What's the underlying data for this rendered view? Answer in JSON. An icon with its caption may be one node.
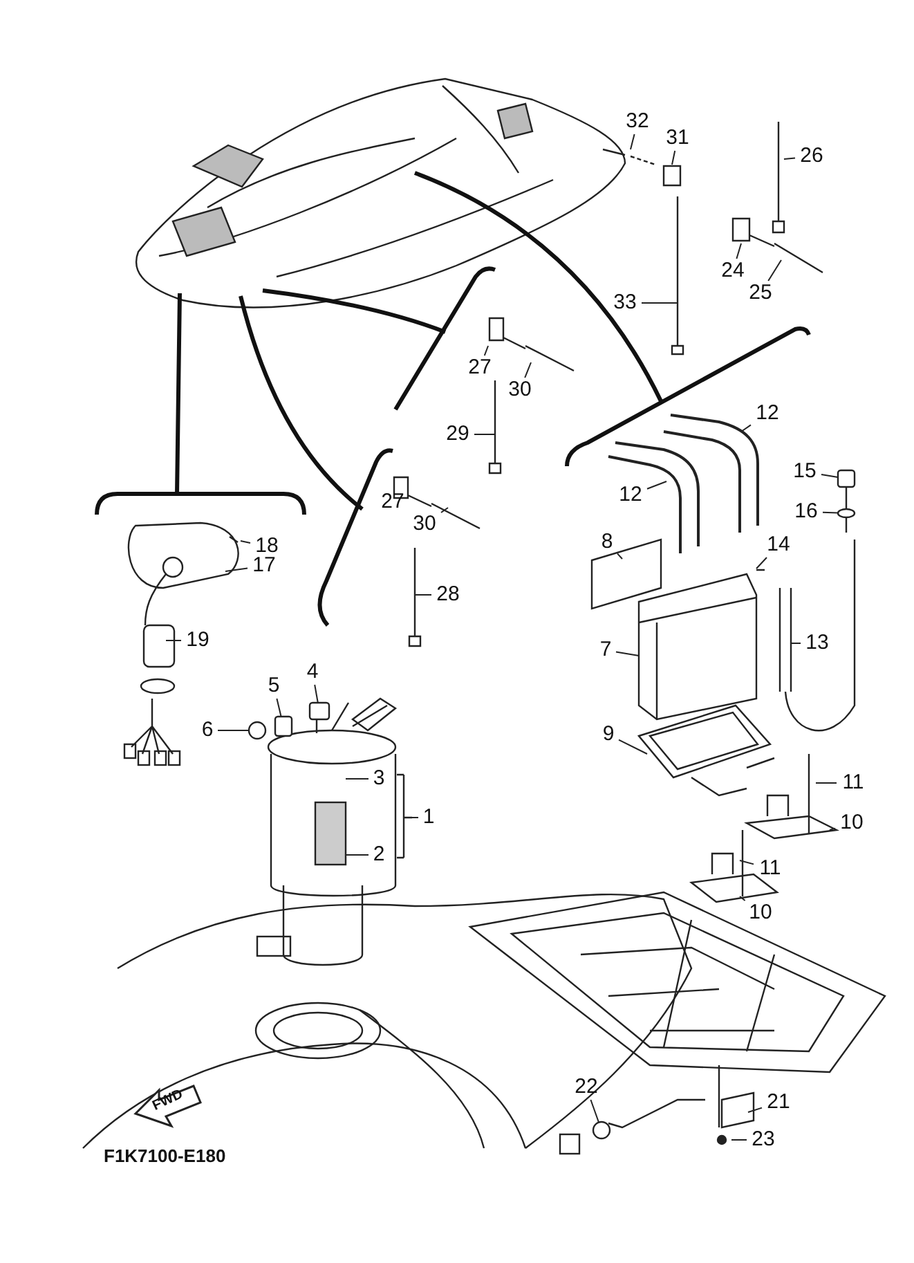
{
  "diagram": {
    "nodes": [
      {
        "text": [
          "32"
        ]
      },
      {
        "text": [
          "31"
        ]
      },
      {
        "text": [
          "26"
        ]
      },
      {
        "text": [
          "24"
        ]
      },
      {
        "text": [
          "25"
        ]
      },
      {
        "text": [
          "33"
        ]
      },
      {
        "text": [
          "27"
        ]
      },
      {
        "text": [
          "30"
        ]
      },
      {
        "text": [
          "12"
        ]
      },
      {
        "text": [
          "29"
        ]
      },
      {
        "text": [
          "15"
        ]
      },
      {
        "text": [
          "12"
        ]
      },
      {
        "text": [
          "27"
        ]
      },
      {
        "text": [
          "16"
        ]
      },
      {
        "text": [
          "30"
        ]
      },
      {
        "text": [
          "8"
        ]
      },
      {
        "text": [
          "18"
        ]
      },
      {
        "text": [
          "14"
        ]
      },
      {
        "text": [
          "17"
        ]
      },
      {
        "text": [
          "28"
        ]
      },
      {
        "text": [
          "19"
        ]
      },
      {
        "text": [
          "13"
        ]
      },
      {
        "text": [
          "7"
        ]
      },
      {
        "text": [
          "4"
        ]
      },
      {
        "text": [
          "5"
        ]
      },
      {
        "text": [
          "6"
        ]
      },
      {
        "text": [
          "9"
        ]
      },
      {
        "text": [
          "3"
        ]
      },
      {
        "text": [
          "11"
        ]
      },
      {
        "text": [
          "1"
        ]
      },
      {
        "text": [
          "10"
        ]
      },
      {
        "text": [
          "2"
        ]
      },
      {
        "text": [
          "11"
        ]
      },
      {
        "text": [
          "10"
        ]
      },
      {
        "text": [
          "22"
        ]
      },
      {
        "text": [
          "21"
        ]
      },
      {
        "text": [
          "23"
        ]
      },
      {
        "text": [],
        "shape": "box"
      },
      {
        "text": [],
        "shape": "circle"
      },
      {
        "text": [],
        "shape": "box"
      },
      {
        "text": [],
        "shape": "box"
      },
      {
        "text": [],
        "shape": "circle"
      },
      {
        "text": [],
        "shape": "circle"
      }
    ],
    "edges": [
      {
        "from": 0,
        "to": null,
        "arrow": "none"
      },
      {
        "from": 1,
        "to": null,
        "arrow": "none"
      },
      {
        "from": 2,
        "to": null,
        "arrow": "none"
      },
      {
        "from": 3,
        "to": null,
        "arrow": "none"
      },
      {
        "from": 4,
        "to": null,
        "arrow": "none"
      },
      {
        "from": 5,
        "to": null,
        "arrow": "none"
      },
      {
        "from": 6,
        "to": null,
        "arrow": "none"
      },
      {
        "from": 7,
        "to": null,
        "arrow": "none"
      },
      {
        "from": 8,
        "to": null,
        "arrow": "none"
      },
      {
        "from": 9,
        "to": null,
        "arrow": "none"
      },
      {
        "from": 10,
        "to": 37,
        "arrow": "none"
      },
      {
        "from": 11,
        "to": null,
        "arrow": "none"
      },
      {
        "from": 12,
        "to": null,
        "arrow": "none"
      },
      {
        "from": 13,
        "to": 38,
        "arrow": "none"
      },
      {
        "from": 14,
        "to": null,
        "arrow": "none"
      },
      {
        "from": 15,
        "to": null,
        "arrow": "none"
      },
      {
        "from": 16,
        "to": null,
        "arrow": "none"
      },
      {
        "from": 17,
        "to": null,
        "arrow": "none"
      },
      {
        "from": 18,
        "to": null,
        "arrow": "none"
      },
      {
        "from": 19,
        "to": null,
        "arrow": "none"
      },
      {
        "from": 20,
        "to": null,
        "arrow": "none"
      },
      {
        "from": 21,
        "to": null,
        "arrow": "none"
      },
      {
        "from": 22,
        "to": null,
        "arrow": "none"
      },
      {
        "from": 23,
        "to": 39,
        "arrow": "none"
      },
      {
        "from": 24,
        "to": 40,
        "arrow": "none"
      },
      {
        "from": 25,
        "to": 41,
        "arrow": "none"
      },
      {
        "from": 26,
        "to": null,
        "arrow": "none"
      },
      {
        "from": 27,
        "to": null,
        "arrow": "none"
      },
      {
        "from": 28,
        "to": null,
        "arrow": "none"
      },
      {
        "from": 29,
        "to": null,
        "arrow": "none"
      },
      {
        "from": 30,
        "to": null,
        "arrow": "none"
      },
      {
        "from": 31,
        "to": null,
        "arrow": "none"
      },
      {
        "from": 32,
        "to": null,
        "arrow": "none"
      },
      {
        "from": 33,
        "to": null,
        "arrow": "none"
      },
      {
        "from": 34,
        "to": 42,
        "arrow": "none"
      },
      {
        "from": 35,
        "to": null,
        "arrow": "none"
      },
      {
        "from": 36,
        "to": null,
        "arrow": "none"
      }
    ],
    "labels": [
      "FWD",
      "F1K7100-E180"
    ]
  }
}
